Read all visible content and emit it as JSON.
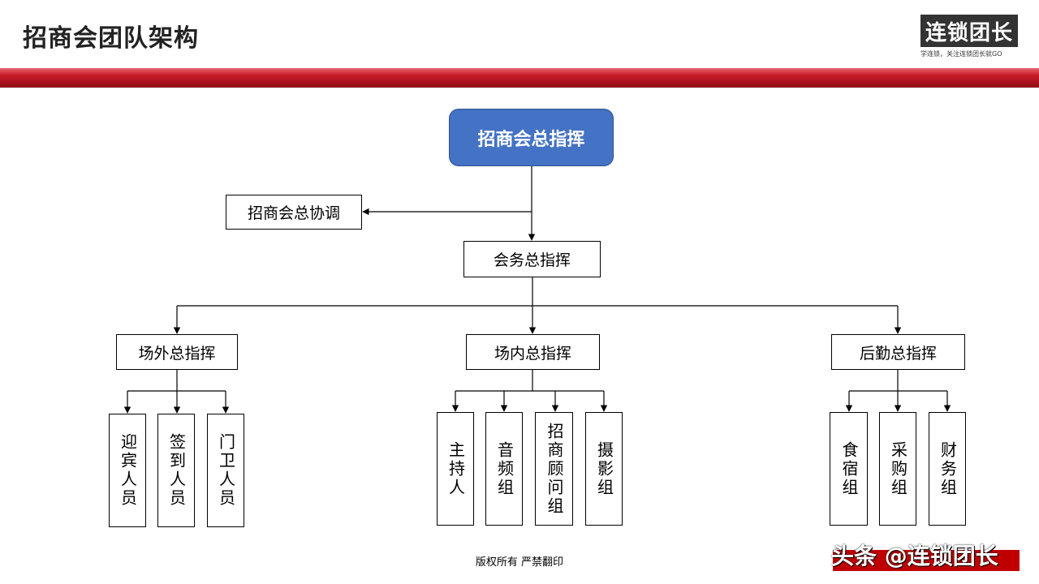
{
  "header": {
    "title": "招商会团队架构",
    "logo_text": "连锁团长",
    "logo_tagline": "学连锁，关注连锁团长就GO"
  },
  "org": {
    "root": "招商会总指挥",
    "coordinator": "招商会总协调",
    "affairs": "会务总指挥",
    "branches": [
      {
        "label": "场外总指挥",
        "children": [
          "迎宾人员",
          "签到人员",
          "门卫人员"
        ]
      },
      {
        "label": "场内总指挥",
        "children": [
          "主持人",
          "音频组",
          "招商顾问组",
          "摄影组"
        ]
      },
      {
        "label": "后勤总指挥",
        "children": [
          "食宿组",
          "采购组",
          "财务组"
        ]
      }
    ]
  },
  "footer": {
    "copyright": "版权所有  严禁翻印"
  },
  "watermark": {
    "text": "头条 @连锁团长"
  },
  "colors": {
    "root_fill": "#4472c4",
    "band_red": "#c81e2a",
    "watermark_red": "#c00000"
  }
}
